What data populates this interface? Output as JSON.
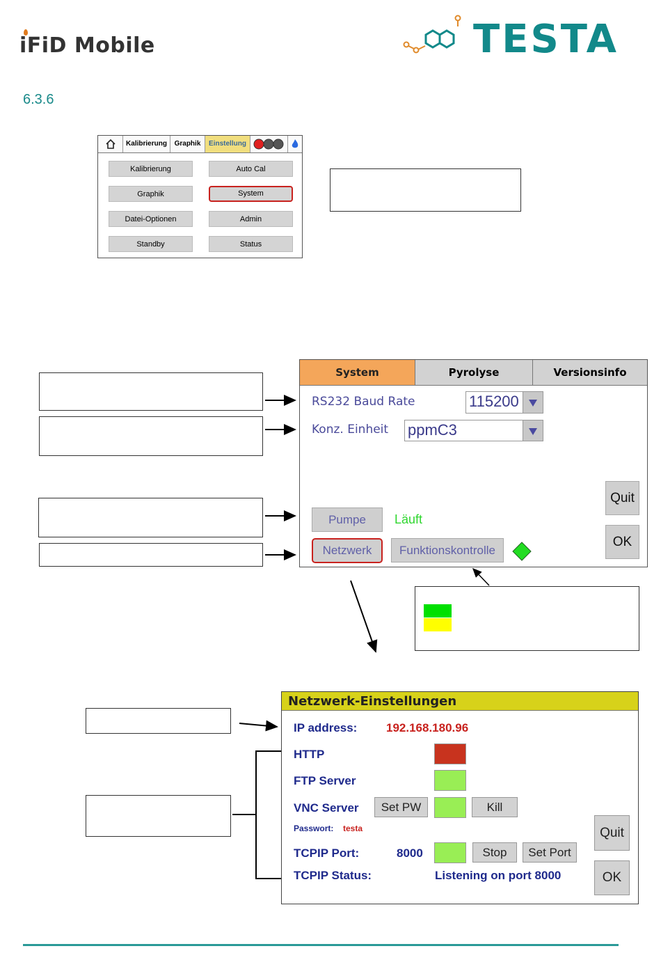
{
  "header": {
    "left_logo": "iFiD Mobile",
    "right_logo": "TESTA",
    "section_number": "6.3.6"
  },
  "menu_screenshot": {
    "tabs": [
      "Kalibrierung",
      "Graphik",
      "Einstellung"
    ],
    "active_tab": "Einstellung",
    "buttons": [
      {
        "label": "Kalibrierung"
      },
      {
        "label": "Auto Cal"
      },
      {
        "label": "Graphik"
      },
      {
        "label": "System",
        "selected": true
      },
      {
        "label": "Datei-Optionen"
      },
      {
        "label": "Admin"
      },
      {
        "label": "Standby"
      },
      {
        "label": "Status"
      }
    ]
  },
  "system_panel": {
    "tabs": [
      "System",
      "Pyrolyse",
      "Versionsinfo"
    ],
    "active_tab": "System",
    "baud_label": "RS232 Baud Rate",
    "baud_value": "115200",
    "unit_label": "Konz. Einheit",
    "unit_value": "ppmC3",
    "pump_button": "Pumpe",
    "pump_status": "Läuft",
    "network_button": "Netzwerk",
    "function_button": "Funktionskontrolle",
    "quit_button": "Quit",
    "ok_button": "OK"
  },
  "network_panel": {
    "title": "Netzwerk-Einstellungen",
    "ip_label": "IP address:",
    "ip_value": "192.168.180.96",
    "http_label": "HTTP",
    "ftp_label": "FTP Server",
    "vnc_label": "VNC Server",
    "set_pw_button": "Set PW",
    "kill_button": "Kill",
    "password_label": "Passwort:",
    "password_value": "testa",
    "tcpip_port_label": "TCPIP Port:",
    "tcpip_port_value": "8000",
    "stop_button": "Stop",
    "set_port_button": "Set Port",
    "tcpip_status_label": "TCPIP Status:",
    "tcpip_status_value": "Listening on port 8000",
    "quit_button": "Quit",
    "ok_button": "OK"
  },
  "colors": {
    "accent_teal": "#2b9a98",
    "tab_active_orange": "#f4a65a",
    "network_title_yellow": "#d7d21a",
    "status_red": "#c8331e",
    "status_green": "#99ee55",
    "legend_green": "#00e000",
    "legend_yellow": "#ffff00"
  }
}
